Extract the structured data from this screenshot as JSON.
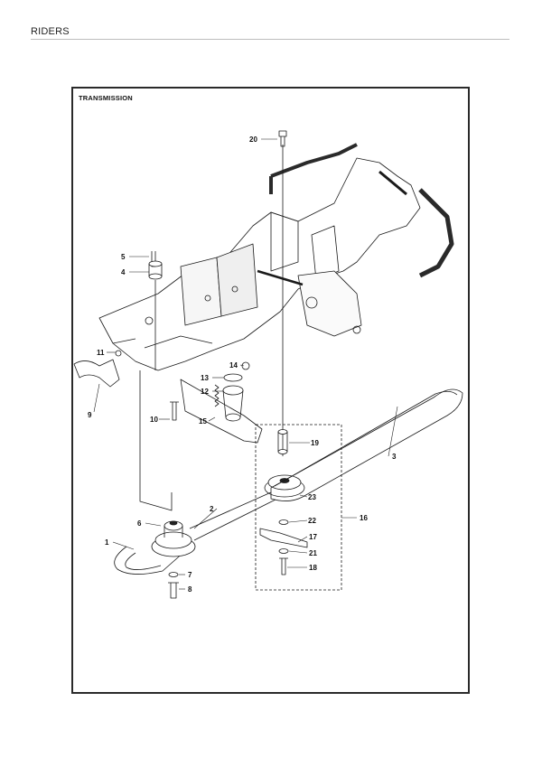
{
  "page": {
    "header": "RIDERS"
  },
  "diagram": {
    "title": "TRANSMISSION",
    "callouts": [
      "1",
      "2",
      "3",
      "4",
      "5",
      "6",
      "7",
      "8",
      "9",
      "10",
      "11",
      "12",
      "13",
      "14",
      "15",
      "16",
      "17",
      "18",
      "19",
      "20",
      "21",
      "22",
      "23"
    ]
  }
}
